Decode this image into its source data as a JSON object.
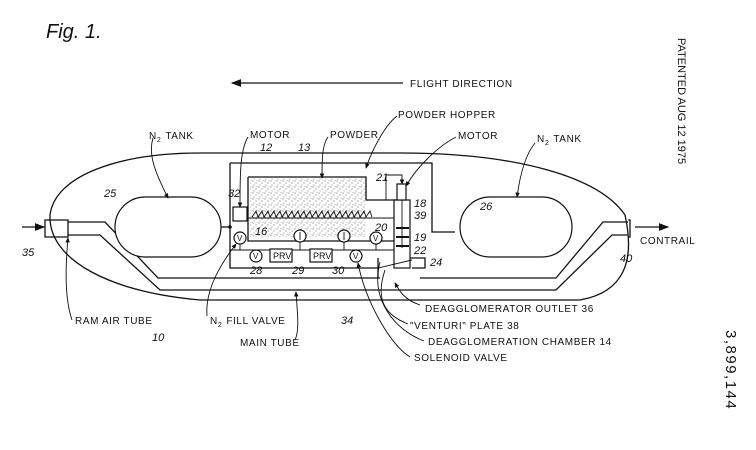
{
  "figure": {
    "title": "Fig. 1.",
    "patent_date": "PATENTED AUG 12 1975",
    "patent_number": "3,899,144"
  },
  "labels": {
    "flight_direction": "FLIGHT DIRECTION",
    "powder_hopper": "POWDER HOPPER",
    "motor_left": "MOTOR",
    "powder": "POWDER",
    "motor_right": "MOTOR",
    "n2_tank_left": "N",
    "n2_tank_right": "N",
    "n2_sub": "2",
    "tank_word": "TANK",
    "contrail": "CONTRAIL",
    "ram_air_tube": "RAM AIR TUBE",
    "n2_fill_valve_n": "N",
    "n2_fill_valve_rest": "FILL VALVE",
    "main_tube": "MAIN TUBE",
    "deagglomerator_outlet": "DEAGGLOMERATOR OUTLET 36",
    "venturi_plate": "\"VENTURI\" PLATE 38",
    "deagglomeration_chamber": "DEAGGLOMERATION CHAMBER 14",
    "solenoid_valve": "SOLENOID VALVE"
  },
  "components": {
    "valve_symbol": "V",
    "prv_1": "PRV",
    "prv_2": "PRV"
  },
  "reference_numerals": {
    "n10": "10",
    "n12": "12",
    "n13": "13",
    "n16": "16",
    "n18": "18",
    "n19": "19",
    "n20": "20",
    "n21": "21",
    "n22": "22",
    "n24": "24",
    "n25": "25",
    "n26": "26",
    "n28": "28",
    "n29": "29",
    "n30": "30",
    "n32": "32",
    "n34": "34",
    "n35": "35",
    "n39": "39",
    "n40": "40"
  }
}
